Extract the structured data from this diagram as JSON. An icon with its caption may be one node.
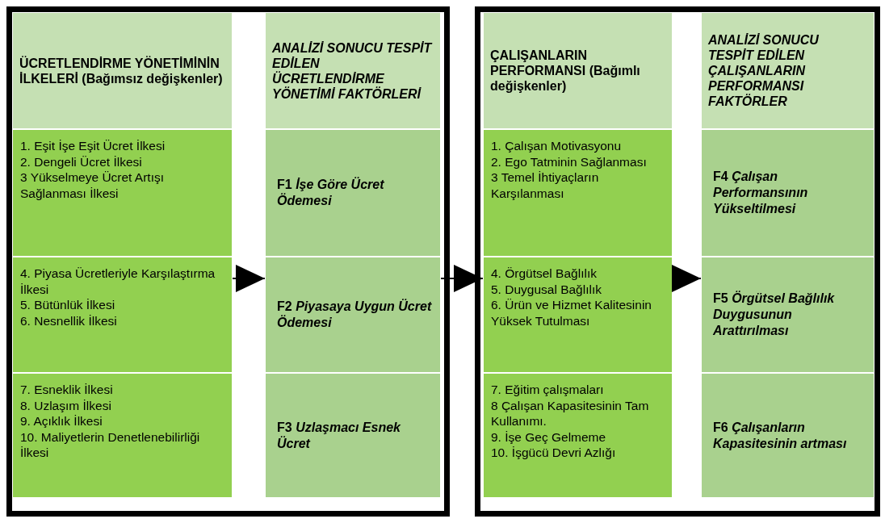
{
  "diagram": {
    "nodes": [
      {
        "text": [],
        "shape": "box"
      },
      {
        "text": [
          "ÜCRETLENDİRME YÖNETİMİNİN İLKELERİ (Bağımsız değişkenler)"
        ],
        "in": 0
      },
      {
        "text": [
          "ANALİZİ SONUCU TESPİT EDİLEN ÜCRETLENDİRME YÖNETİMİ FAKTÖRLERİ"
        ],
        "in": 0
      },
      {
        "text": [
          "1. Eşit İşe Eşit Ücret İlkesi",
          "2. Dengeli Ücret İlkesi",
          "3 Yükselmeye Ücret Artışı Sağlanması İlkesi"
        ],
        "in": 0
      },
      {
        "text": [
          "F1 *İşe Göre Ücret Ödemesi*"
        ],
        "in": 0
      },
      {
        "text": [
          "4. Piyasa Ücretleriyle Karşılaştırma İlkesi",
          "5. Bütünlük İlkesi",
          "6. Nesnellik İlkesi"
        ],
        "in": 0
      },
      {
        "text": [
          "F2 *Piyasaya Uygun Ücret Ödemesi*"
        ],
        "in": 0
      },
      {
        "text": [
          "7. Esneklik İlkesi",
          "8. Uzlaşım İlkesi",
          "9. Açıklık İlkesi",
          "10. Maliyetlerin Denetlenebilirliği İlkesi"
        ],
        "in": 0
      },
      {
        "text": [
          "F3 *Uzlaşmacı Esnek Ücret*"
        ],
        "in": 0
      },
      {
        "text": [],
        "shape": "box"
      },
      {
        "text": [
          "ÇALIŞANLARIN PERFORMANSI (Bağımlı değişkenler)"
        ],
        "in": 9
      },
      {
        "text": [
          "ANALİZİ SONUCU TESPİT EDİLEN ÇALIŞANLARIN PERFORMANSI FAKTÖRLER"
        ],
        "in": 9
      },
      {
        "text": [
          "1. Çalışan Motivasyonu",
          "2. Ego Tatminin Sağlanması",
          "3 Temel İhtiyaçların Karşılanması"
        ],
        "in": 9
      },
      {
        "text": [
          "F4 *Çalışan Performansının Yükseltilmesi*"
        ],
        "in": 9
      },
      {
        "text": [
          "4. Örgütsel Bağlılık",
          "5. Duygusal Bağlılık",
          "6. Ürün ve Hizmet Kalitesinin Yüksek Tutulması"
        ],
        "in": 9
      },
      {
        "text": [
          "F5 *Örgütsel Bağlılık Duygusunun Arattırılması*"
        ],
        "in": 9
      },
      {
        "text": [
          "7. Eğitim çalışmaları",
          "8 Çalışan Kapasitesinin Tam Kullanımı.",
          "9. İşe Geç Gelmeme",
          "10. İşgücü Devri Azlığı"
        ],
        "in": 9
      },
      {
        "text": [
          "F6 *Çalışanların Kapasitesinin artması*"
        ],
        "in": 9
      }
    ],
    "edges": [
      {
        "from": 5,
        "to": 6,
        "arrow": "to"
      },
      {
        "from": 6,
        "to": 14,
        "arrow": "to"
      },
      {
        "from": 14,
        "to": 15,
        "arrow": "to"
      }
    ]
  }
}
